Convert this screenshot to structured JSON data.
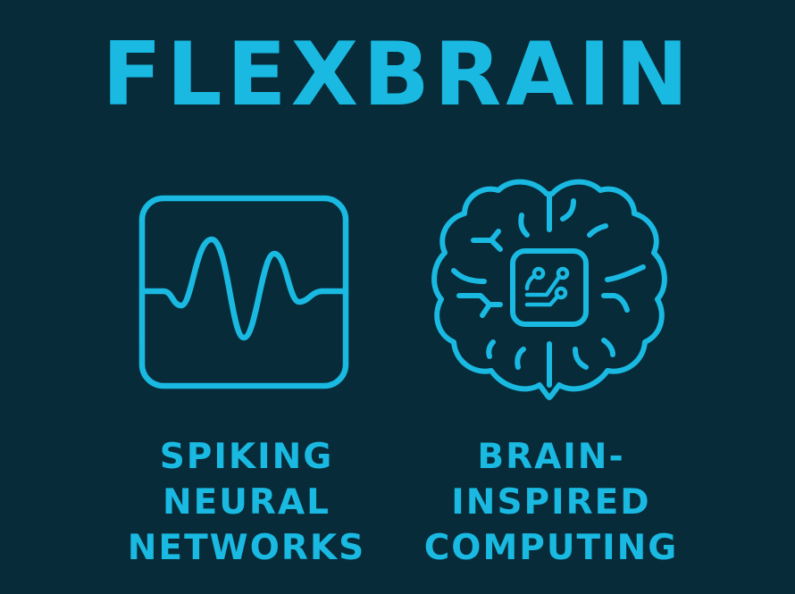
{
  "title": "FLEXBRAIN",
  "colors": {
    "background": "#072b38",
    "accent": "#19b9e2"
  },
  "features": [
    {
      "icon": "waveform-icon",
      "lines": [
        "SPIKING",
        "NEURAL",
        "NETWORKS"
      ]
    },
    {
      "icon": "brain-chip-icon",
      "lines": [
        "BRAIN-",
        "INSPIRED",
        "COMPUTING"
      ]
    }
  ]
}
